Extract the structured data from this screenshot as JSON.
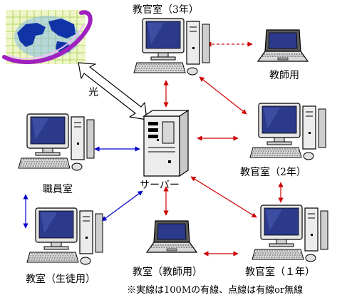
{
  "labels": {
    "room3": "教官室（3年）",
    "teacher_use": "教師用",
    "light": "光",
    "server": "サーバー",
    "room2": "教官室（2年）",
    "staff_room": "職員室",
    "room1": "教官室（１年）",
    "classroom_teacher": "教室（教師用）",
    "classroom_student": "教室（生徒用）"
  },
  "footnote": "※実線は100Mの有線、点線は有線or無線",
  "colors": {
    "red_link": "#cc0000",
    "blue_link": "#0000cc",
    "monitor_screen": "#2c3a8c",
    "device_body": "#e8e8e8",
    "globe_grid": "#c8e46a",
    "globe_land": "#1133a8",
    "globe_swirl": "#a020c0"
  },
  "icons": [
    "globe-icon",
    "desktop-pc-icon",
    "laptop-icon",
    "server-tower-icon"
  ]
}
